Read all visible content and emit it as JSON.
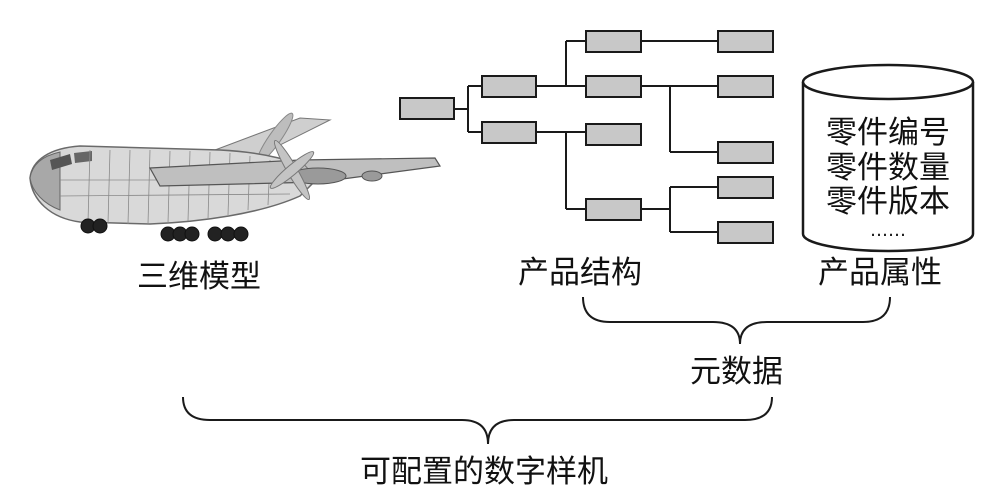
{
  "labels": {
    "model3d": "三维模型",
    "product_structure": "产品结构",
    "product_attributes": "产品属性",
    "metadata": "元数据",
    "configurable_mockup": "可配置的数字样机"
  },
  "attributes": {
    "items": [
      "零件编号",
      "零件数量",
      "零件版本"
    ],
    "ellipsis": "……"
  },
  "colors": {
    "box_fill": "#c8c8c8",
    "stroke": "#1a1a1a"
  },
  "icons": {
    "aircraft": "aircraft-illustration-icon",
    "database": "database-cylinder-icon"
  }
}
